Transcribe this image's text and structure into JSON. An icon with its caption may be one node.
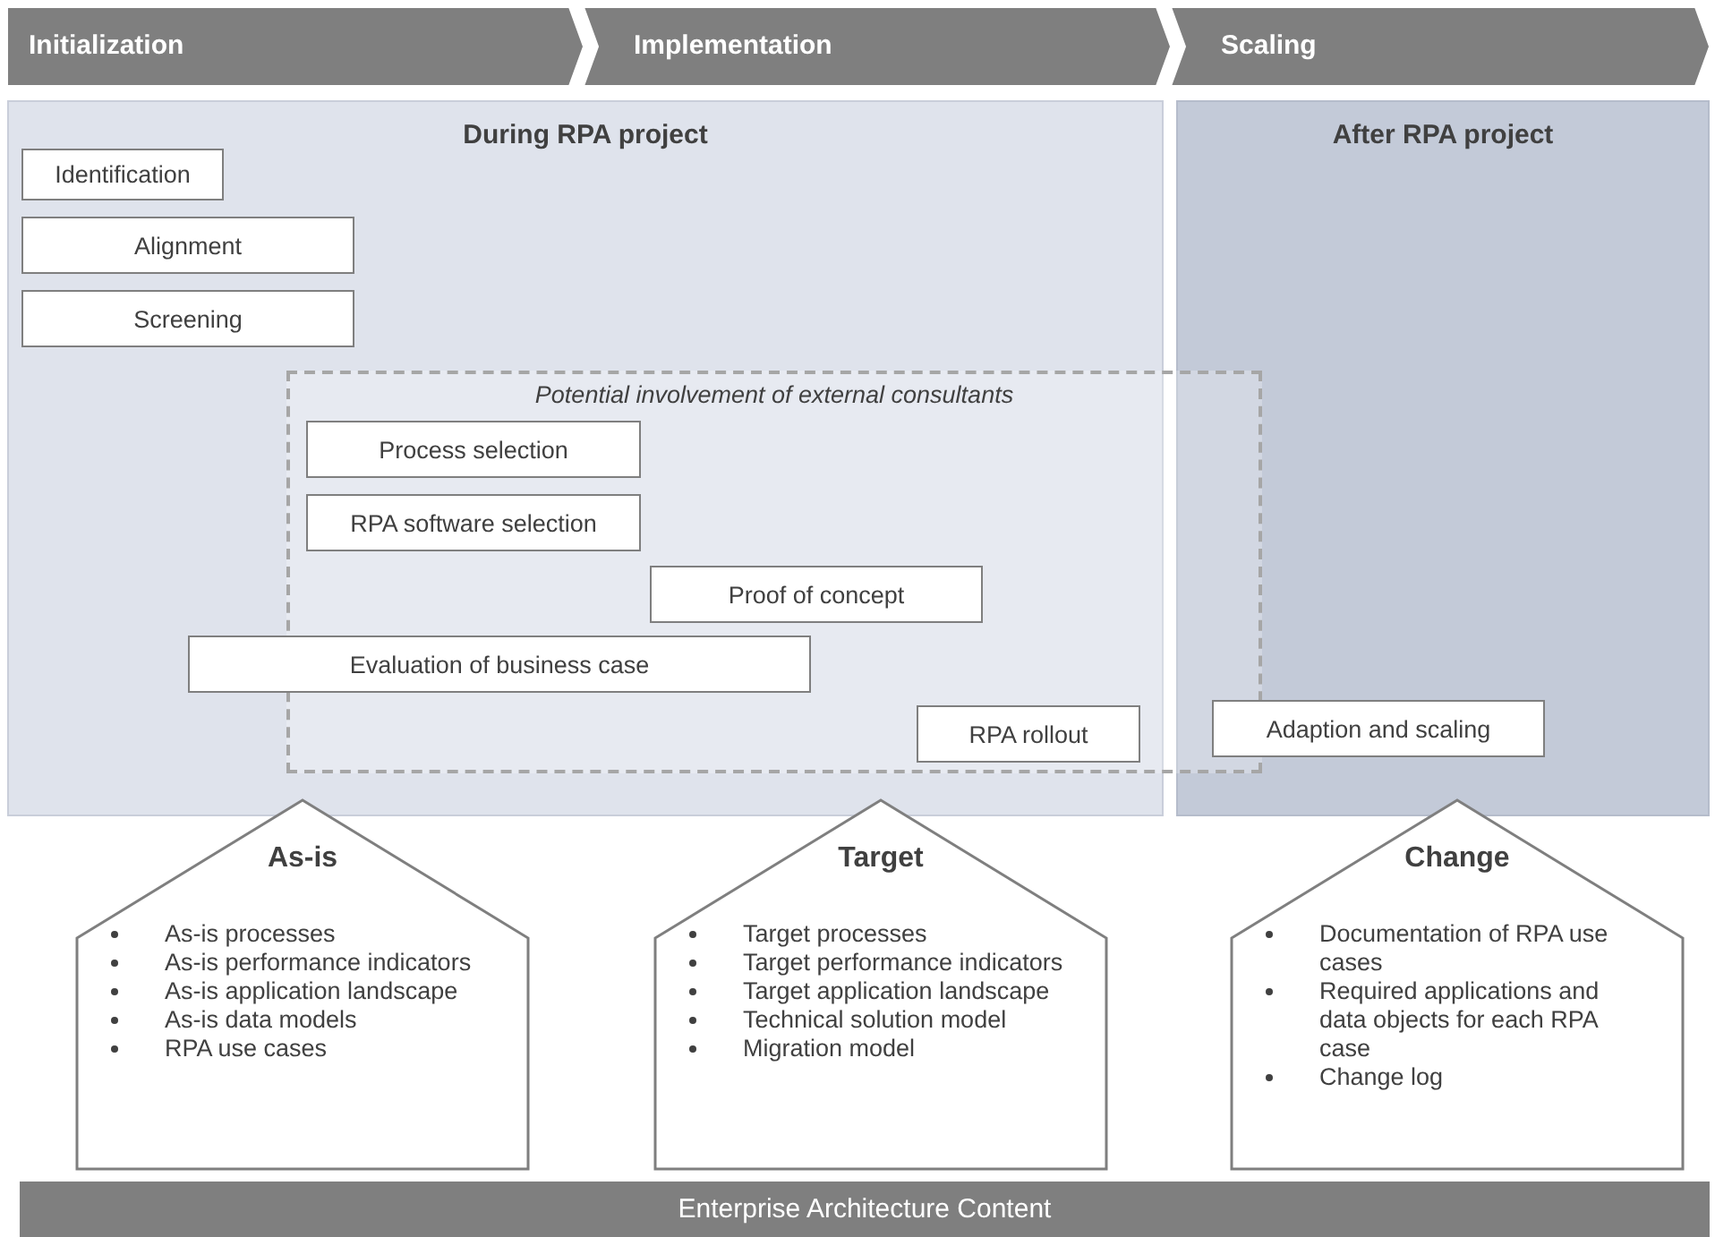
{
  "diagram": {
    "nodes": [
      {
        "text": [
          "Initialization"
        ]
      },
      {
        "text": [
          "Implementation"
        ]
      },
      {
        "text": [
          "Scaling"
        ]
      },
      {
        "text": [
          "During RPA project"
        ]
      },
      {
        "text": [
          "After RPA project"
        ]
      },
      {
        "text": [
          "Potential involvement of external consultants"
        ]
      },
      {
        "text": [
          "Identification"
        ],
        "in": 3
      },
      {
        "text": [
          "Alignment"
        ],
        "in": 3
      },
      {
        "text": [
          "Screening"
        ],
        "in": 3
      },
      {
        "text": [
          "Process selection"
        ],
        "in": 5
      },
      {
        "text": [
          "RPA software selection"
        ],
        "in": 5
      },
      {
        "text": [
          "Proof of concept"
        ],
        "in": 5
      },
      {
        "text": [
          "Evaluation of business case"
        ],
        "in": 3
      },
      {
        "text": [
          "RPA rollout"
        ],
        "in": 5
      },
      {
        "text": [
          "Adaption and scaling"
        ],
        "in": 4
      },
      {
        "text": [
          "As-is",
          "As-is processes",
          "As-is performance indicators",
          "As-is application landscape",
          "As-is data models",
          "RPA use cases"
        ]
      },
      {
        "text": [
          "Target",
          "Target processes",
          "Target performance indicators",
          "Target application landscape",
          "Technical solution model",
          "Migration model"
        ]
      },
      {
        "text": [
          "Change",
          "Documentation of RPA use cases",
          "Required applications and data objects for each RPA case",
          "Change log"
        ]
      },
      {
        "text": [
          "Enterprise Architecture Content"
        ]
      }
    ]
  }
}
